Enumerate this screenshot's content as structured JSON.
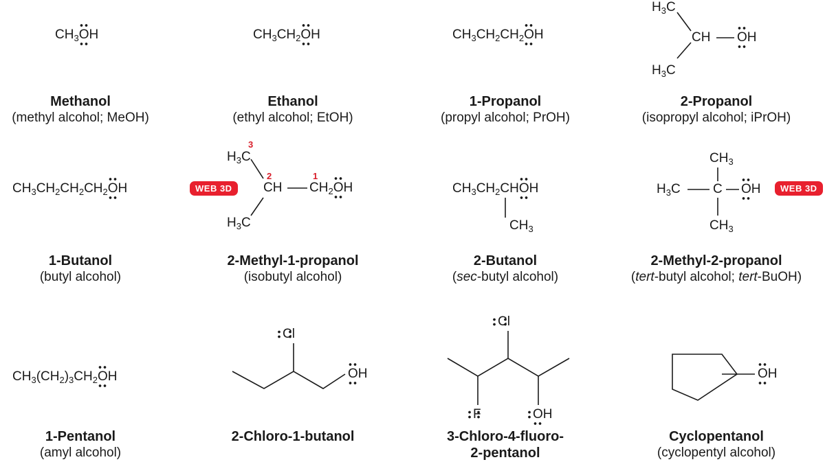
{
  "compounds": [
    {
      "name": "Methanol",
      "common": "(methyl alcohol; MeOH)"
    },
    {
      "name": "Ethanol",
      "common": "(ethyl alcohol; EtOH)"
    },
    {
      "name": "1-Propanol",
      "common": "(propyl alcohol; PrOH)"
    },
    {
      "name": "2-Propanol",
      "common": "(isopropyl alcohol; iPrOH)"
    },
    {
      "name": "1-Butanol",
      "common": "(butyl alcohol)"
    },
    {
      "name": "2-Methyl-1-propanol",
      "common": "(isobutyl alcohol)"
    },
    {
      "name": "2-Butanol",
      "common_prefix": "sec",
      "common_suffix": "-butyl alcohol)"
    },
    {
      "name": "2-Methyl-2-propanol",
      "common_prefix": "tert",
      "common_mid": "-butyl alcohol; ",
      "common_prefix2": "tert",
      "common_suffix": "-BuOH)"
    },
    {
      "name": "1-Pentanol",
      "common": "(amyl alcohol)"
    },
    {
      "name": "2-Chloro-1-butanol",
      "common": ""
    },
    {
      "name_line1": "3-Chloro-4-fluoro-",
      "name_line2": "2-pentanol",
      "common": ""
    },
    {
      "name": "Cyclopentanol",
      "common": "(cyclopentyl alcohol)"
    }
  ],
  "badges": {
    "web3d": "WEB 3D"
  },
  "carbon_numbers": {
    "c1": "1",
    "c2": "2",
    "c3": "3"
  },
  "atoms": {
    "ch3": "CH",
    "h3c": "H",
    "c": "C",
    "ch": "CH",
    "ch2": "CH",
    "o": "O",
    "h": "H",
    "cl": "Cl",
    "f": "F",
    "oh": "OH",
    "paren": "(CH",
    "three": "3",
    "two": "2"
  },
  "colors": {
    "badge": "#e8202e",
    "number": "#d81e2a"
  }
}
